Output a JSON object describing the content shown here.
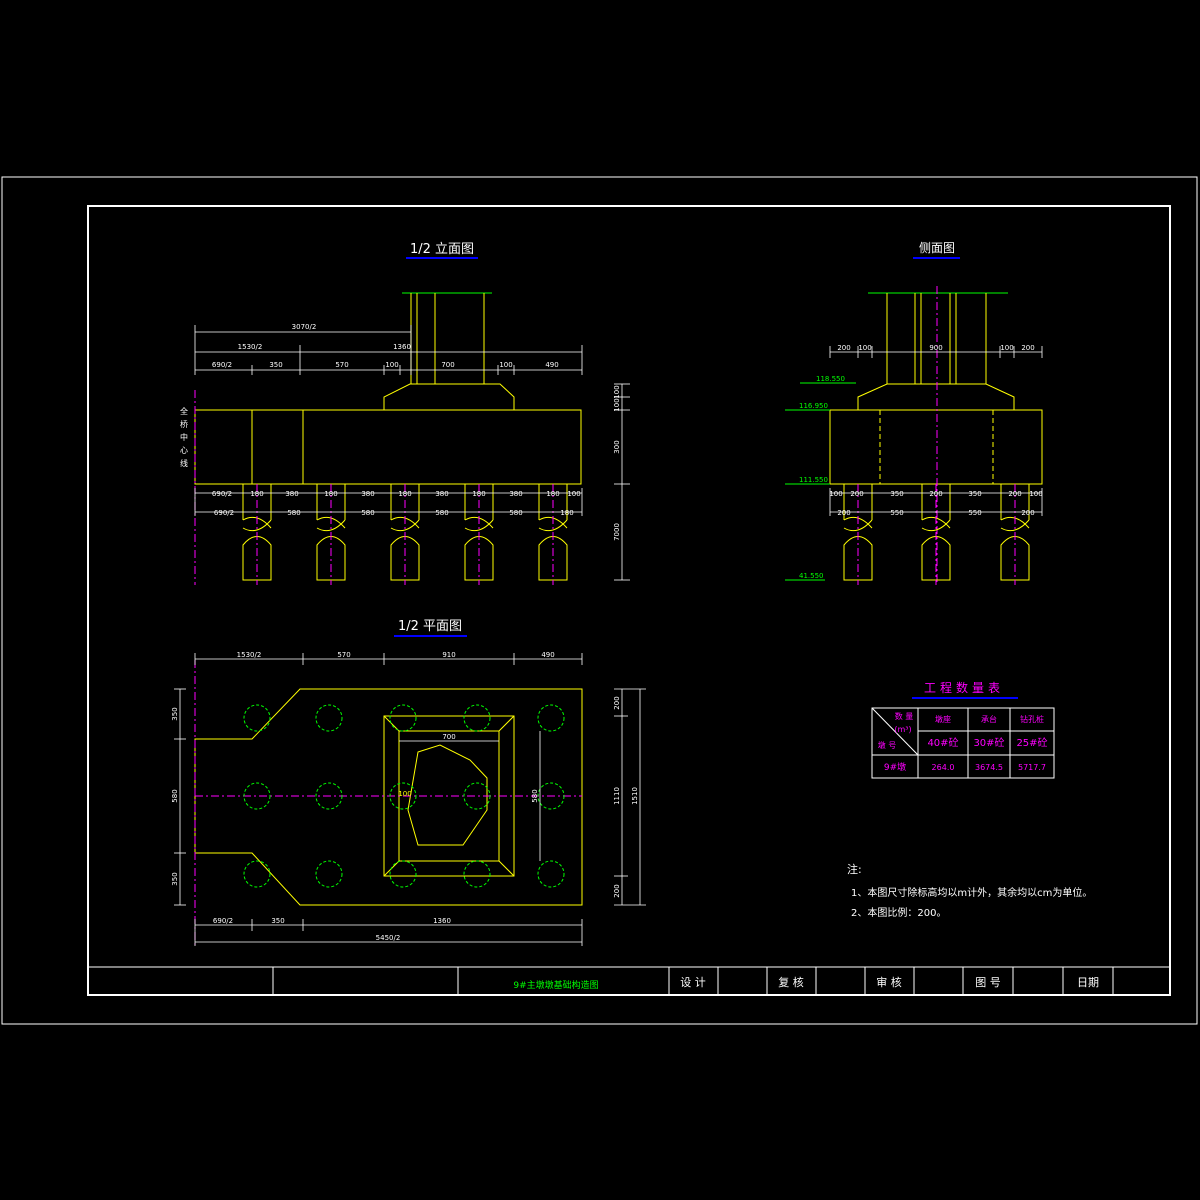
{
  "titles": {
    "front": "1/2 立面图",
    "side": "侧面图",
    "plan": "1/2 平面图",
    "table": "工程数量表",
    "notes_head": "注:"
  },
  "front": {
    "dims": {
      "d3070": "3070/2",
      "d1530": "1530/2",
      "d1360": "1360",
      "d690": "690/2",
      "d350": "350",
      "d570": "570",
      "d100a": "100",
      "d700": "700",
      "d100b": "100",
      "d490": "490",
      "r1_690": "690/2",
      "r1_p": "180",
      "r1_g": "380",
      "r2_690": "690/2",
      "r2_g": "580",
      "v100a": "100",
      "v100b": "100",
      "v300": "300",
      "v7000": "7000"
    },
    "side_label": [
      "全",
      "桥",
      "中",
      "心",
      "线"
    ]
  },
  "side": {
    "dims": {
      "t200a": "200",
      "t100a": "100",
      "t900": "900",
      "t100b": "100",
      "t200b": "200",
      "b100a": "100",
      "b200a": "200",
      "b350a": "350",
      "b200c": "200",
      "b350b": "350",
      "b200b": "200",
      "b100b": "100",
      "c200a": "200",
      "c550a": "550",
      "c550b": "550",
      "c200b": "200"
    },
    "elevations": [
      "118.550",
      "116.950",
      "111.550",
      "41.550"
    ]
  },
  "plan": {
    "dims": {
      "t1530": "1530/2",
      "t570": "570",
      "t910": "910",
      "t490": "490",
      "l350a": "350",
      "l580": "580",
      "l350b": "350",
      "b690": "690/2",
      "b350": "350",
      "b1360": "1360",
      "b5450": "5450/2",
      "i700": "700",
      "i580": "580",
      "r200a": "200",
      "r1110": "1110",
      "r200b": "200",
      "r1510": "1510",
      "center": "100"
    }
  },
  "table": {
    "head_top": "数 量",
    "head_unit": "(m³)",
    "head_left": "墩 号",
    "cols": [
      "墩座",
      "承台",
      "钻孔桩"
    ],
    "grades": [
      "40#砼",
      "30#砼",
      "25#砼"
    ],
    "row_label": "9#墩",
    "values": [
      "264.0",
      "3674.5",
      "5717.7"
    ]
  },
  "notes": [
    "1、本图尺寸除标高均以m计外，其余均以cm为单位。",
    "2、本图比例：200。"
  ],
  "titleblock": {
    "drawing_title": "9#主墩墩基础构造图",
    "design": "设 计",
    "review": "复 核",
    "check": "审 核",
    "drawing_no": "图 号",
    "date": "日期"
  },
  "colors": {
    "frame": "#ffffff",
    "structure": "#ffff00",
    "dims": "#ffffff",
    "centerline": "#ff00ff",
    "piles_plan": "#00ff00",
    "title_underline": "#0000ff",
    "title_text": "#ffffff",
    "table_text": "#ff00ff",
    "drawing_title_color": "#00ff00"
  }
}
